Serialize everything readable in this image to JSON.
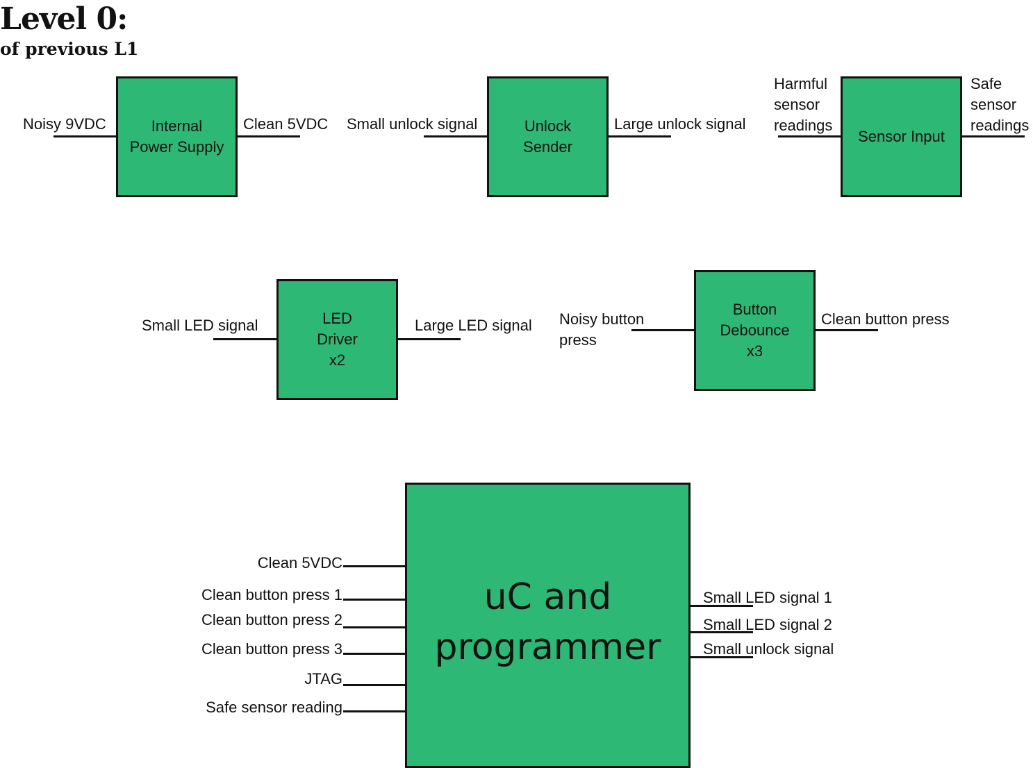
{
  "header": {
    "title": "Level 0:",
    "subtitle": "of previous L1"
  },
  "blocks": {
    "power_supply": {
      "label": "Internal\nPower Supply",
      "input": "Noisy 9VDC",
      "output": "Clean 5VDC"
    },
    "unlock_sender": {
      "label": "Unlock\nSender",
      "input": "Small unlock signal",
      "output": "Large unlock signal"
    },
    "sensor_input": {
      "label": "Sensor Input",
      "input": "Harmful\nsensor\nreadings",
      "output": "Safe\nsensor\nreadings"
    },
    "led_driver": {
      "label": "LED\nDriver\nx2",
      "input": "Small LED signal",
      "output": "Large LED signal"
    },
    "button_debounce": {
      "label": "Button\nDebounce\nx3",
      "input": "Noisy button\npress",
      "output": "Clean button press"
    },
    "uc_programmer": {
      "label": "uC and\nprogrammer",
      "inputs": [
        "Clean 5VDC",
        "Clean button press 1",
        "Clean button press 2",
        "Clean button press 3",
        "JTAG",
        "Safe sensor reading"
      ],
      "outputs": [
        "Small LED signal 1",
        "Small LED signal 2",
        "Small unlock signal"
      ]
    }
  },
  "colors": {
    "block_fill": "#2db875",
    "stroke": "#111111",
    "background": "#ffffff"
  }
}
